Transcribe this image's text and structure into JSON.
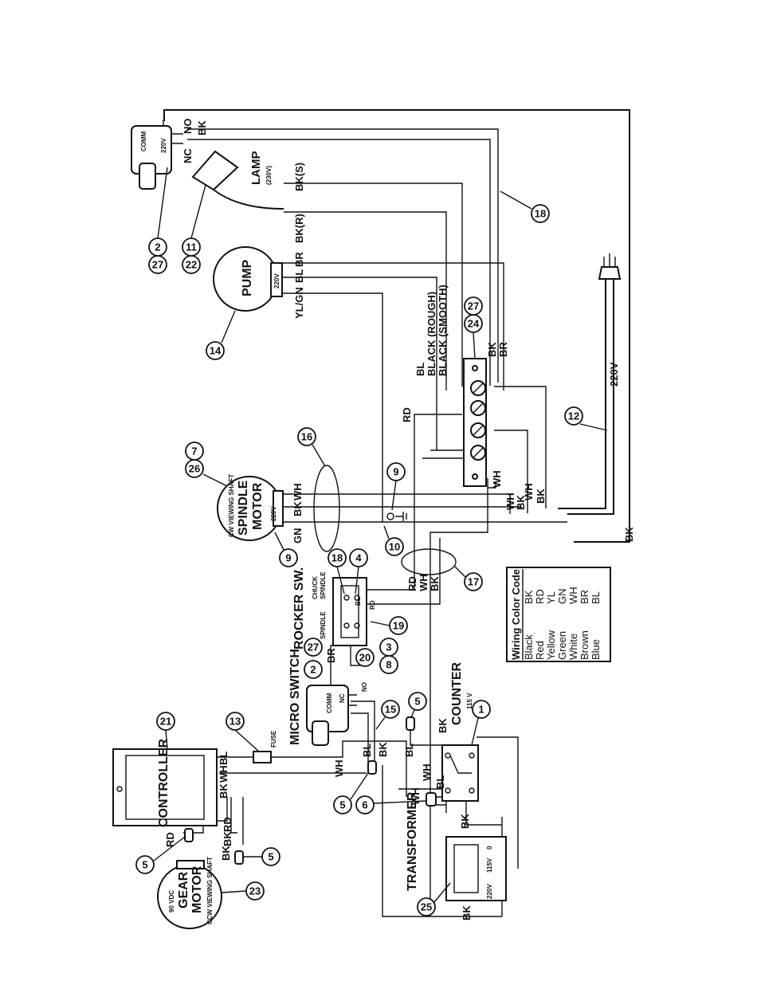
{
  "diagram": {
    "micro_switch_top": {
      "label": "COMM",
      "rating": "220V",
      "nc": "NC",
      "no": "NO",
      "bk": "BK"
    },
    "lamp": {
      "label": "LAMP",
      "rating": "(230V)",
      "wire_s": "BK(S)",
      "wire_r": "BK(R)"
    },
    "pump": {
      "label": "PUMP",
      "rating": "220V",
      "wire_br": "BR",
      "wire_bl": "BL",
      "wire_ylgn": "YL/GN"
    },
    "spindle_motor": {
      "label1": "SPINDLE",
      "label2": "MOTOR",
      "shaft": "CW VIEWING SHAFT",
      "rating": "220V",
      "gn": "GN",
      "bk": "BK",
      "wh": "WH"
    },
    "terminal_wires": {
      "rd": "RD",
      "bl": "BL",
      "black_rough": "BLACK (ROUGH)",
      "black_smooth": "BLACK (SMOOTH)",
      "bk": "BK",
      "br": "BR",
      "wh": "WH"
    },
    "power_cord": {
      "rating": "220V"
    },
    "rocker_switch": {
      "label": "ROCKER SW.",
      "chuck": "CHUCK",
      "spindle_top": "SPINDLE",
      "spindle": "SPINDLE",
      "br": "BR",
      "bl": "BL",
      "rd": "RD"
    },
    "micro_switch": {
      "label": "MICRO SWITCH",
      "comm": "COMM",
      "nc": "NC",
      "no": "NO"
    },
    "controller": {
      "label": "CONTROLLER",
      "bl": "BL",
      "wh": "WH",
      "bk": "BK",
      "rd": "RD"
    },
    "fuse": {
      "label": "FUSE"
    },
    "gear_motor": {
      "label1": "90 VDC",
      "label2": "GEAR",
      "label3": "MOTOR",
      "shaft": "CCW VIEWING SHAFT",
      "rd": "RD",
      "bk": "BK"
    },
    "counter": {
      "label": "COUNTER",
      "rating": "115 V",
      "bk": "BK",
      "bl": "BL",
      "wh": "WH"
    },
    "transformer": {
      "label": "TRANSFORMER",
      "rating1": "220V",
      "rating2": "115V",
      "zero": "0",
      "bk": "BK",
      "wh": "WH"
    },
    "wire_labels": {
      "bk": "BK",
      "wh": "WH",
      "rd": "RD",
      "bl": "BL"
    },
    "callouts": {
      "c27a": "27",
      "c2a": "2",
      "c22": "22",
      "c11": "11",
      "c18": "18",
      "c14": "14",
      "c24": "24",
      "c27b": "27",
      "c26": "26",
      "c7": "7",
      "c16": "16",
      "c9a": "9",
      "c9b": "9",
      "c10": "10",
      "c12": "12",
      "c18b": "18",
      "c4": "4",
      "c17": "17",
      "c27c": "27",
      "c2b": "2",
      "c20": "20",
      "c3": "3",
      "c8": "8",
      "c19": "19",
      "c21": "21",
      "c13": "13",
      "c15": "15",
      "c5a": "5",
      "c1": "1",
      "c5b": "5",
      "c6": "6",
      "c5c": "5",
      "c5d": "5",
      "c23": "23",
      "c25": "25"
    },
    "color_code": {
      "title": "Wiring Color Code",
      "rows": [
        {
          "name": "Black",
          "code": "BK"
        },
        {
          "name": "Red",
          "code": "RD"
        },
        {
          "name": "Yellow",
          "code": "YL"
        },
        {
          "name": "Green",
          "code": "GN"
        },
        {
          "name": "White",
          "code": "WH"
        },
        {
          "name": "Brown",
          "code": "BR"
        },
        {
          "name": "Blue",
          "code": "BL"
        }
      ]
    }
  }
}
